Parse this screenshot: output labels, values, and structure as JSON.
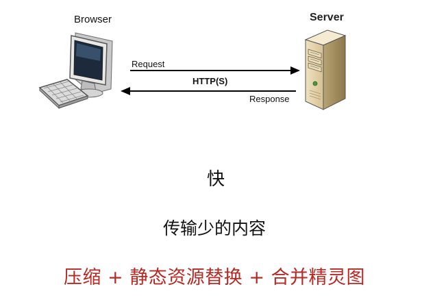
{
  "diagram": {
    "browser_label": "Browser",
    "server_label": "Server",
    "request_label": "Request",
    "protocol_label": "HTTP(S)",
    "response_label": "Response",
    "icons": {
      "browser": "computer-icon",
      "server": "server-tower-icon",
      "request_arrow": "arrow-right-icon",
      "response_arrow": "arrow-left-icon"
    }
  },
  "content": {
    "headline": "快",
    "subheading": "传输少的内容",
    "techniques": "压缩 + 静态资源替换 + 合并精灵图"
  },
  "colors": {
    "text": "#111111",
    "accent": "#b52a25"
  }
}
